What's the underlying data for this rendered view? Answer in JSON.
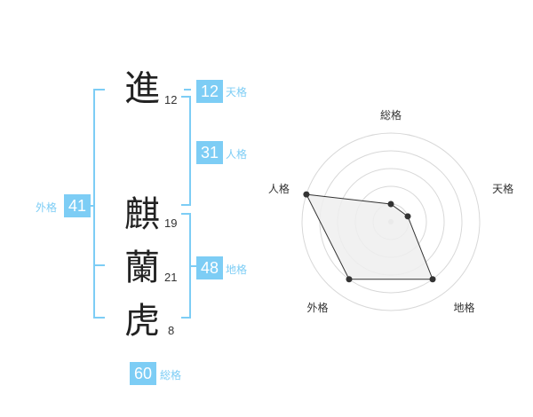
{
  "name_chars": [
    {
      "char": "進",
      "strokes": "12"
    },
    {
      "char": "麒",
      "strokes": "19"
    },
    {
      "char": "蘭",
      "strokes": "21"
    },
    {
      "char": "虎",
      "strokes": "8"
    }
  ],
  "grids": {
    "tenkaku": {
      "value": "12",
      "label": "天格"
    },
    "jinkaku": {
      "value": "31",
      "label": "人格"
    },
    "chikaku": {
      "value": "48",
      "label": "地格"
    },
    "gaikaku": {
      "value": "41",
      "label": "外格"
    },
    "soukaku": {
      "value": "60",
      "label": "総格"
    }
  },
  "colors": {
    "accent": "#7dcdf5",
    "text": "#222222",
    "radar_fill": "#eeeeee",
    "radar_grid": "#d8d8d8"
  },
  "chart_data": {
    "type": "radar",
    "axes": [
      "総格",
      "天格",
      "地格",
      "外格",
      "人格"
    ],
    "values": [
      1,
      1,
      4,
      4,
      5
    ],
    "max": 5,
    "rings": 5
  }
}
